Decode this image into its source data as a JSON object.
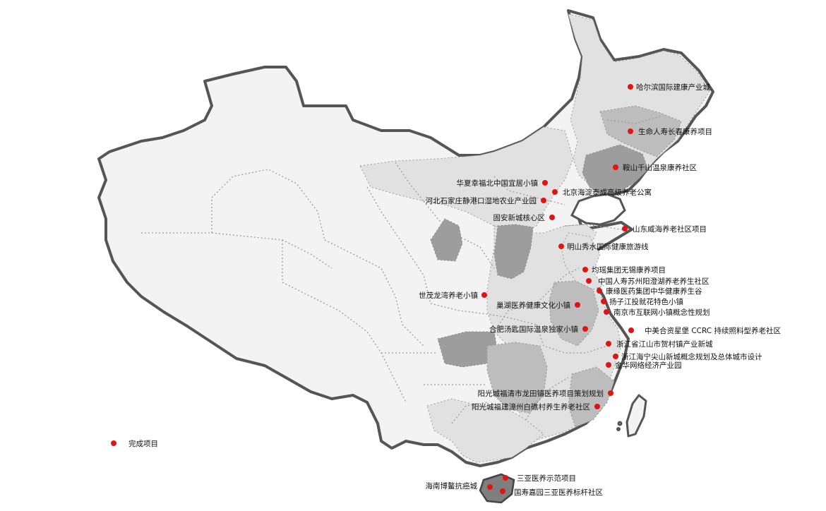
{
  "legend": {
    "label": "完成项目",
    "color": "#e01414"
  },
  "projects": [
    {
      "name": "哈尔滨国际建康产业城"
    },
    {
      "name": "生命人寿长春康养项目"
    },
    {
      "name": "鞍山千山温泉康养社区"
    },
    {
      "name": "华夏幸福北中国宜居小镇"
    },
    {
      "name": "北京海淀泰成高级养老公寓"
    },
    {
      "name": "河北石家庄静港口湿地农业产业园"
    },
    {
      "name": "固安新城核心区"
    },
    {
      "name": "山东威海养老社区项目"
    },
    {
      "name": "明山秀水国际健康旅游线"
    },
    {
      "name": "均瑶集团无锡康养项目"
    },
    {
      "name": "中国人寿苏州阳澄湖养老养生社区"
    },
    {
      "name": "康缘医药集团中华健康养生谷"
    },
    {
      "name": "世茂龙湾养老小镇"
    },
    {
      "name": "扬子江投就花特色小镇"
    },
    {
      "name": "巢湖医养健康文化小镇"
    },
    {
      "name": "南京市互联网小镇概念性规划"
    },
    {
      "name": "合肥汤匙国际温泉独家小镇"
    },
    {
      "name": "中美合资星堡 CCRC 持续照料型养老社区"
    },
    {
      "name": "浙江省江山市贺村镇产业新城"
    },
    {
      "name": "浙江海宁尖山新城概念规划及总体城市设计"
    },
    {
      "name": "金华网络经济产业园"
    },
    {
      "name": "阳光城福清市龙田镇医养项目策划规划"
    },
    {
      "name": "阳光城福建漳州白礁村养生养老社区"
    },
    {
      "name": "三亚医养示范项目"
    },
    {
      "name": "海南博鳌抗癌城"
    },
    {
      "name": "国寿嘉园三亚医养标杆社区"
    }
  ]
}
